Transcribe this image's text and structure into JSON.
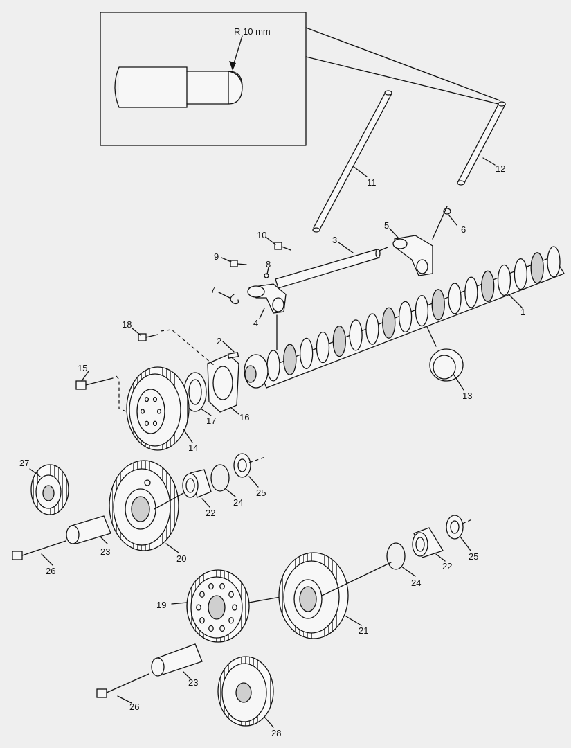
{
  "inset": {
    "radius_label": "R 10 mm"
  },
  "callouts": [
    "1",
    "2",
    "3",
    "4",
    "5",
    "6",
    "7",
    "8",
    "9",
    "10",
    "11",
    "12",
    "13",
    "14",
    "15",
    "16",
    "17",
    "18",
    "19",
    "20",
    "21",
    "22",
    "22",
    "23",
    "23",
    "24",
    "24",
    "25",
    "25",
    "26",
    "26",
    "27",
    "28"
  ]
}
